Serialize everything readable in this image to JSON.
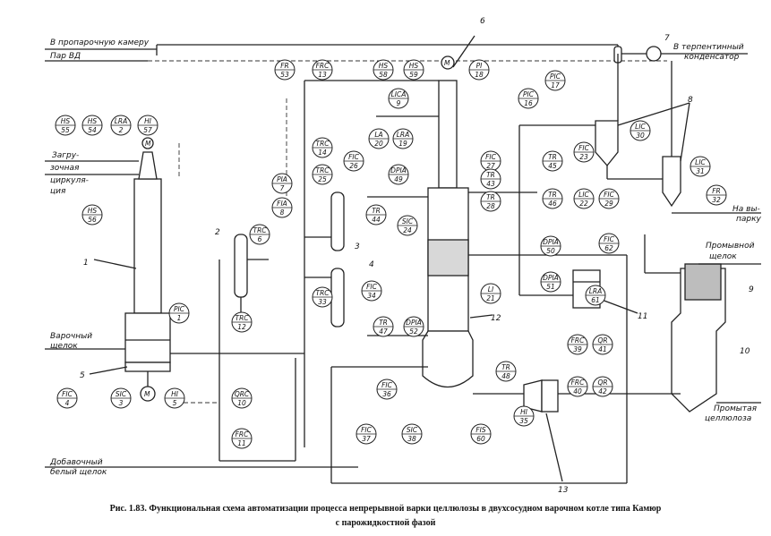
{
  "streams": {
    "to_steaming": "В пропарочную камеру",
    "steam_hp": "Пар ВД",
    "to_turpentine_1": "В терпентинный",
    "to_turpentine_2": "конденсатор",
    "loading_1": "Загру-",
    "loading_2": "зочная",
    "circulation_1": "циркуля-",
    "circulation_2": "ция",
    "cooking_liquor_1": "Варочный",
    "cooking_liquor_2": "щелок",
    "white_liquor_1": "Добавочный",
    "white_liquor_2": "белый щелок",
    "to_evap_1": "На вы-",
    "to_evap_2": "парку",
    "wash_liquor_1": "Промывной",
    "wash_liquor_2": "щелок",
    "washed_pulp_1": "Промытая",
    "washed_pulp_2": "целлюлоза"
  },
  "equipment_numbers": {
    "n1": "1",
    "n2": "2",
    "n3": "3",
    "n4": "4",
    "n5": "5",
    "n6": "6",
    "n7": "7",
    "n8": "8",
    "n9": "9",
    "n10": "10",
    "n11": "11",
    "n12": "12",
    "n13": "13"
  },
  "instruments": [
    {
      "tag": "HS",
      "num": "55"
    },
    {
      "tag": "HS",
      "num": "54"
    },
    {
      "tag": "LRA",
      "num": "2"
    },
    {
      "tag": "HI",
      "num": "57"
    },
    {
      "tag": "HS",
      "num": "56"
    },
    {
      "tag": "PIC",
      "num": "1"
    },
    {
      "tag": "FIC",
      "num": "4"
    },
    {
      "tag": "SIC",
      "num": "3"
    },
    {
      "tag": "HI",
      "num": "5"
    },
    {
      "tag": "PIA",
      "num": "7"
    },
    {
      "tag": "FIA",
      "num": "8"
    },
    {
      "tag": "TRC",
      "num": "6"
    },
    {
      "tag": "TRC",
      "num": "12"
    },
    {
      "tag": "QRC",
      "num": "10"
    },
    {
      "tag": "FRC",
      "num": "11"
    },
    {
      "tag": "FRC",
      "num": "13"
    },
    {
      "tag": "FR",
      "num": "53"
    },
    {
      "tag": "TRC",
      "num": "14"
    },
    {
      "tag": "TRC",
      "num": "25"
    },
    {
      "tag": "TRC",
      "num": "33"
    },
    {
      "tag": "HS",
      "num": "58"
    },
    {
      "tag": "HS",
      "num": "59"
    },
    {
      "tag": "LIСA",
      "num": "9"
    },
    {
      "tag": "PI",
      "num": "18"
    },
    {
      "tag": "PIC",
      "num": "16"
    },
    {
      "tag": "PIC",
      "num": "17"
    },
    {
      "tag": "LA",
      "num": "20"
    },
    {
      "tag": "LRA",
      "num": "19"
    },
    {
      "tag": "FIC",
      "num": "26"
    },
    {
      "tag": "FIC",
      "num": "27"
    },
    {
      "tag": "DPIA",
      "num": "49"
    },
    {
      "tag": "TR",
      "num": "43"
    },
    {
      "tag": "TR",
      "num": "28"
    },
    {
      "tag": "TR",
      "num": "44"
    },
    {
      "tag": "SIC",
      "num": "24"
    },
    {
      "tag": "FIC",
      "num": "34"
    },
    {
      "tag": "LI",
      "num": "21"
    },
    {
      "tag": "TR",
      "num": "47"
    },
    {
      "tag": "DPIA",
      "num": "52"
    },
    {
      "tag": "FIC",
      "num": "36"
    },
    {
      "tag": "FIC",
      "num": "37"
    },
    {
      "tag": "SIC",
      "num": "38"
    },
    {
      "tag": "FIS",
      "num": "60"
    },
    {
      "tag": "TR",
      "num": "48"
    },
    {
      "tag": "HI",
      "num": "35"
    },
    {
      "tag": "FRC",
      "num": "39"
    },
    {
      "tag": "QR",
      "num": "41"
    },
    {
      "tag": "FRC",
      "num": "40"
    },
    {
      "tag": "QR",
      "num": "42"
    },
    {
      "tag": "TR",
      "num": "45"
    },
    {
      "tag": "FIC",
      "num": "23"
    },
    {
      "tag": "TR",
      "num": "46"
    },
    {
      "tag": "LIC",
      "num": "22"
    },
    {
      "tag": "FIC",
      "num": "29"
    },
    {
      "tag": "LIC",
      "num": "30"
    },
    {
      "tag": "LIC",
      "num": "31"
    },
    {
      "tag": "FR",
      "num": "32"
    },
    {
      "tag": "DPIA",
      "num": "50"
    },
    {
      "tag": "DPIA",
      "num": "51"
    },
    {
      "tag": "FIC",
      "num": "62"
    },
    {
      "tag": "LRA",
      "num": "61"
    }
  ],
  "motor_label": "M",
  "caption_line1": "Рис. 1.83. Функциональная схема автоматизации процесса непрерывной варки целлюлозы в двухсосудном варочном котле типа Камюр",
  "caption_line2": "с парожидкостной фазой"
}
